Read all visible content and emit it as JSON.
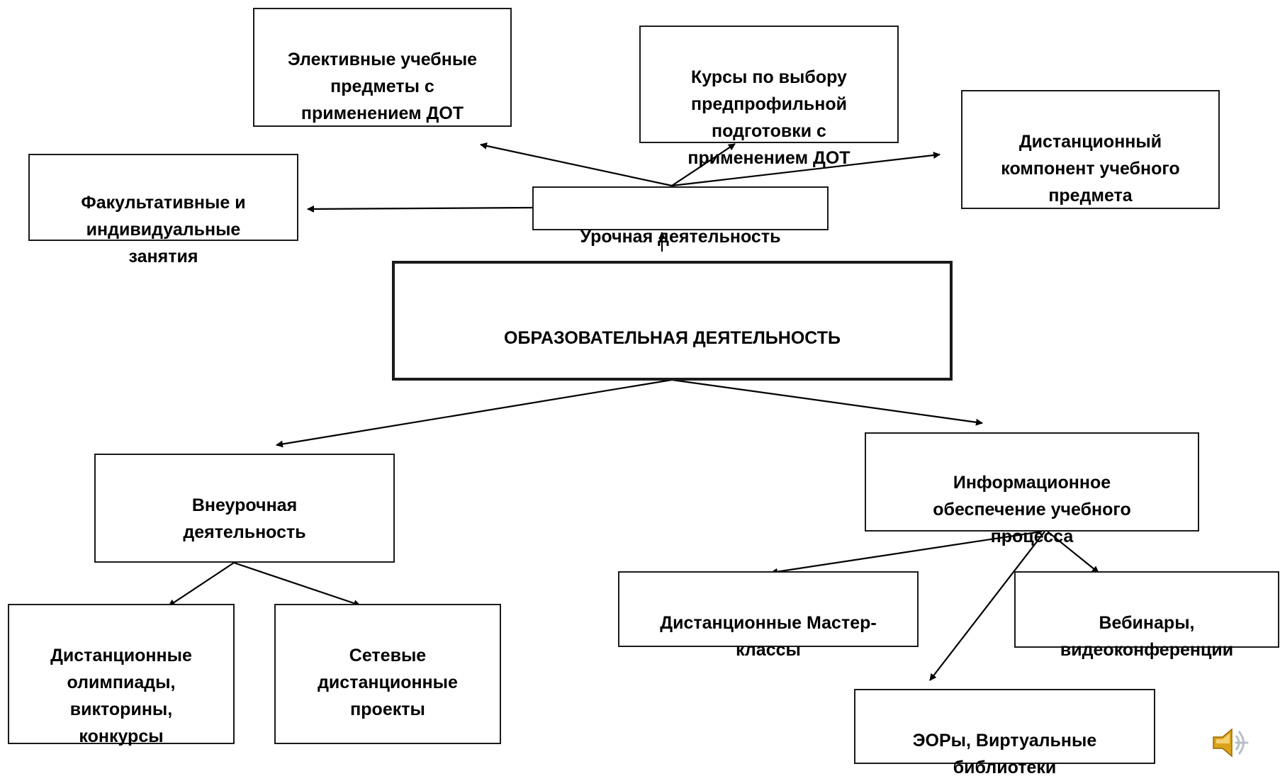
{
  "diagram": {
    "center": {
      "label": "ОБРАЗОВАТЕЛЬНАЯ ДЕЯТЕЛЬНОСТЬ"
    },
    "lesson": {
      "label": "Урочная  деятельность"
    },
    "elective": {
      "label": "Элективные учебные\nпредметы с\nприменением ДОТ"
    },
    "courses": {
      "label": "Курсы  по выбору\nпредпрофильной\nподготовки с\nприменением ДОТ"
    },
    "distance_component": {
      "label": "Дистанционный\nкомпонент учебного\nпредмета"
    },
    "optional": {
      "label": "Факультативные и\nиндивидуальные\nзанятия"
    },
    "extracurricular": {
      "label": "Внеурочная\nдеятельность"
    },
    "info_support": {
      "label": "Информационное\nобеспечение учебного\nпроцесса"
    },
    "olympiads": {
      "label": "Дистанционные\nолимпиады,\nвикторины,\nконкурсы"
    },
    "network_projects": {
      "label": "Сетевые\nдистанционные\nпроекты"
    },
    "master_classes": {
      "label": "Дистанционные Мастер-\nклассы"
    },
    "webinars": {
      "label": "Вебинары,\nвидеоконференции"
    },
    "eor": {
      "label": "ЭОРы, Виртуальные\nбиблиотеки"
    }
  },
  "colors": {
    "line": "#000000",
    "border": "#1a1a1a",
    "speaker_body": "#d9a21b",
    "speaker_light": "#f6d67a"
  },
  "icons": {
    "audio": "speaker-icon"
  }
}
